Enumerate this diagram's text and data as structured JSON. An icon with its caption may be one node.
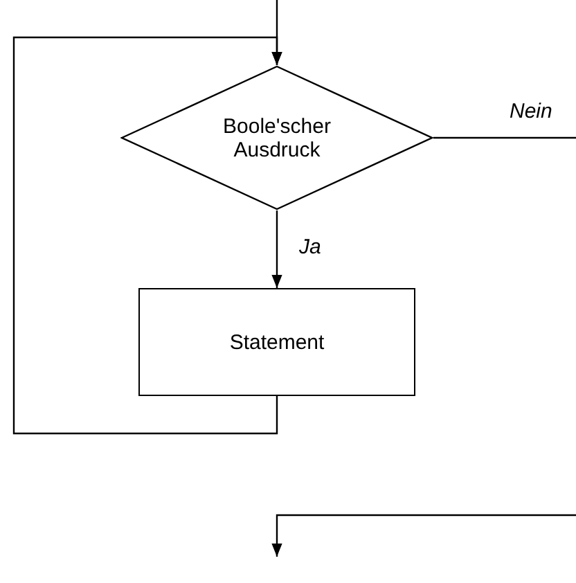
{
  "diagram": {
    "nodes": [
      {
        "text": [
          "Boole'scher Ausdruck"
        ]
      },
      {
        "text": [
          "Statement"
        ]
      }
    ],
    "edges": [
      {
        "from": null,
        "to": 0,
        "arrow": "to"
      },
      {
        "from": 0,
        "to": 1,
        "arrow": "to",
        "label": "Ja"
      },
      {
        "from": 1,
        "to": 0,
        "arrow": "to"
      },
      {
        "from": 0,
        "to": null,
        "arrow": "to",
        "label": "Nein"
      }
    ]
  }
}
